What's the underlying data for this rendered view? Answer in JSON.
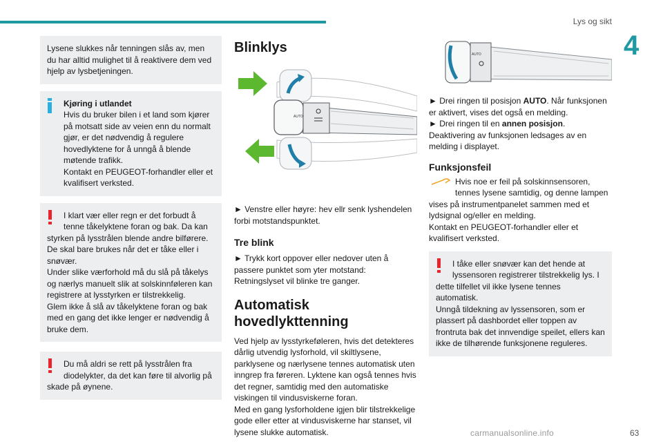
{
  "header": {
    "section_title": "Lys og sikt",
    "chapter_number": "4"
  },
  "footer": {
    "page_number": "63",
    "watermark": "carmanualsonline.info"
  },
  "col1": {
    "box1": "Lysene slukkes når tenningen slås av, men du har alltid mulighet til å reaktivere dem ved hjelp av lysbetjeningen.",
    "info_box": {
      "title": "Kjøring i utlandet",
      "text": "Hvis du bruker bilen i et land som kjører på motsatt side av veien enn du normalt gjør, er det nødvendig å regulere hovedlyktene for å unngå å blende møtende trafikk.\nKontakt en PEUGEOT-forhandler eller et kvalifisert verksted."
    },
    "warn1": {
      "lead": "I klart vær eller regn er det forbudt å tenne tåkelyktene foran og bak. Da kan",
      "text": "styrken på lysstrålen blende andre bilførere. De skal bare brukes når det er tåke eller i snøvær.\nUnder slike værforhold må du slå på tåkelys og nærlys manuelt slik at solskinnføleren kan registrere at lysstyrken er tilstrekkelig.\nGlem ikke å slå av tåkelyktene foran og bak med en gang det ikke lenger er nødvendig å bruke dem."
    },
    "warn2": {
      "lead": "Du må aldri se rett på lysstrålen fra diodelykter, da det kan føre til alvorlig på",
      "text": "skade på øynene."
    }
  },
  "col2": {
    "heading_blinklys": "Blinklys",
    "image_labels": {
      "auto": "AUTO"
    },
    "indicator_text": "► Venstre eller høyre: hev ellr senk lyshendelen forbi motstandspunktet.",
    "heading_treblink": "Tre blink",
    "treblink_text": "► Trykk kort oppover eller nedover uten å passere punktet som yter motstand:\nRetningslyset vil blinke tre ganger.",
    "heading_auto": "Automatisk hovedlykttenning",
    "auto_text": "Ved hjelp av lysstyrkeføleren, hvis det detekteres dårlig utvendig lysforhold, vil skiltlysene, parklysene og nærlysene tennes automatisk uten inngrep fra føreren. Lyktene kan også tennes hvis det regner, samtidig med den automatiske viskingen til vindusviskerne foran.\nMed en gang lysforholdene igjen blir tilstrekkelige gode eller etter at vindusviskerne har stanset, vil lysene slukke automatisk."
  },
  "col3": {
    "step1_prefix": "► Drei ringen til posisjon ",
    "step1_bold": "AUTO",
    "step1_suffix": ". Når funksjonen er aktivert, vises det også en melding.",
    "step2_prefix": "► Drei ringen til en ",
    "step2_bold": "annen posisjon",
    "step2_suffix": ".",
    "step3": "Deaktivering av funksjonen ledsages av en melding i displayet.",
    "heading_feil": "Funksjonsfeil",
    "feil_lead": "Hvis noe er feil på solskinnsensoren, tennes lysene samtidig, og denne lampen",
    "feil_text": "vises på instrumentpanelet sammen med et lydsignal og/eller en melding.\nKontakt en PEUGEOT-forhandler eller et kvalifisert verksted.",
    "warn": {
      "lead": "I tåke eller snøvær kan det hende at lyssensoren registrerer tilstrekkelig lys. I",
      "text": "dette tilfellet vil ikke lysene tennes automatisk.\nUnngå tildekning av lyssensoren, som er plassert på dashbordet eller toppen av frontruta bak det innvendige speilet, ellers kan ikke de tilhørende funksjonene reguleres."
    }
  },
  "colors": {
    "accent": "#1f9aa3",
    "arrow_green": "#5cb82e",
    "warning_red": "#e8242f",
    "info_blue": "#2ab0e0",
    "box_bg": "#eceef0"
  }
}
